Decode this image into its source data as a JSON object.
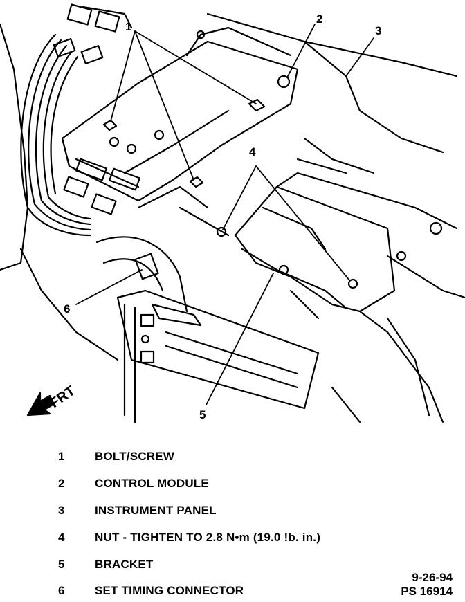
{
  "callouts": {
    "c1": "1",
    "c2": "2",
    "c3": "3",
    "c4": "4",
    "c5": "5",
    "c6": "6",
    "frt": "FRT"
  },
  "legend": [
    {
      "num": "1",
      "text": "BOLT/SCREW"
    },
    {
      "num": "2",
      "text": "CONTROL MODULE"
    },
    {
      "num": "3",
      "text": "INSTRUMENT PANEL"
    },
    {
      "num": "4",
      "text": "NUT - TIGHTEN TO 2.8 N•m (19.0 !b. in.)"
    },
    {
      "num": "5",
      "text": "BRACKET"
    },
    {
      "num": "6",
      "text": "SET TIMING CONNECTOR"
    }
  ],
  "stamp": {
    "date": "9-26-94",
    "code": "PS 16914"
  },
  "colors": {
    "ink": "#000000",
    "paper": "#ffffff"
  }
}
